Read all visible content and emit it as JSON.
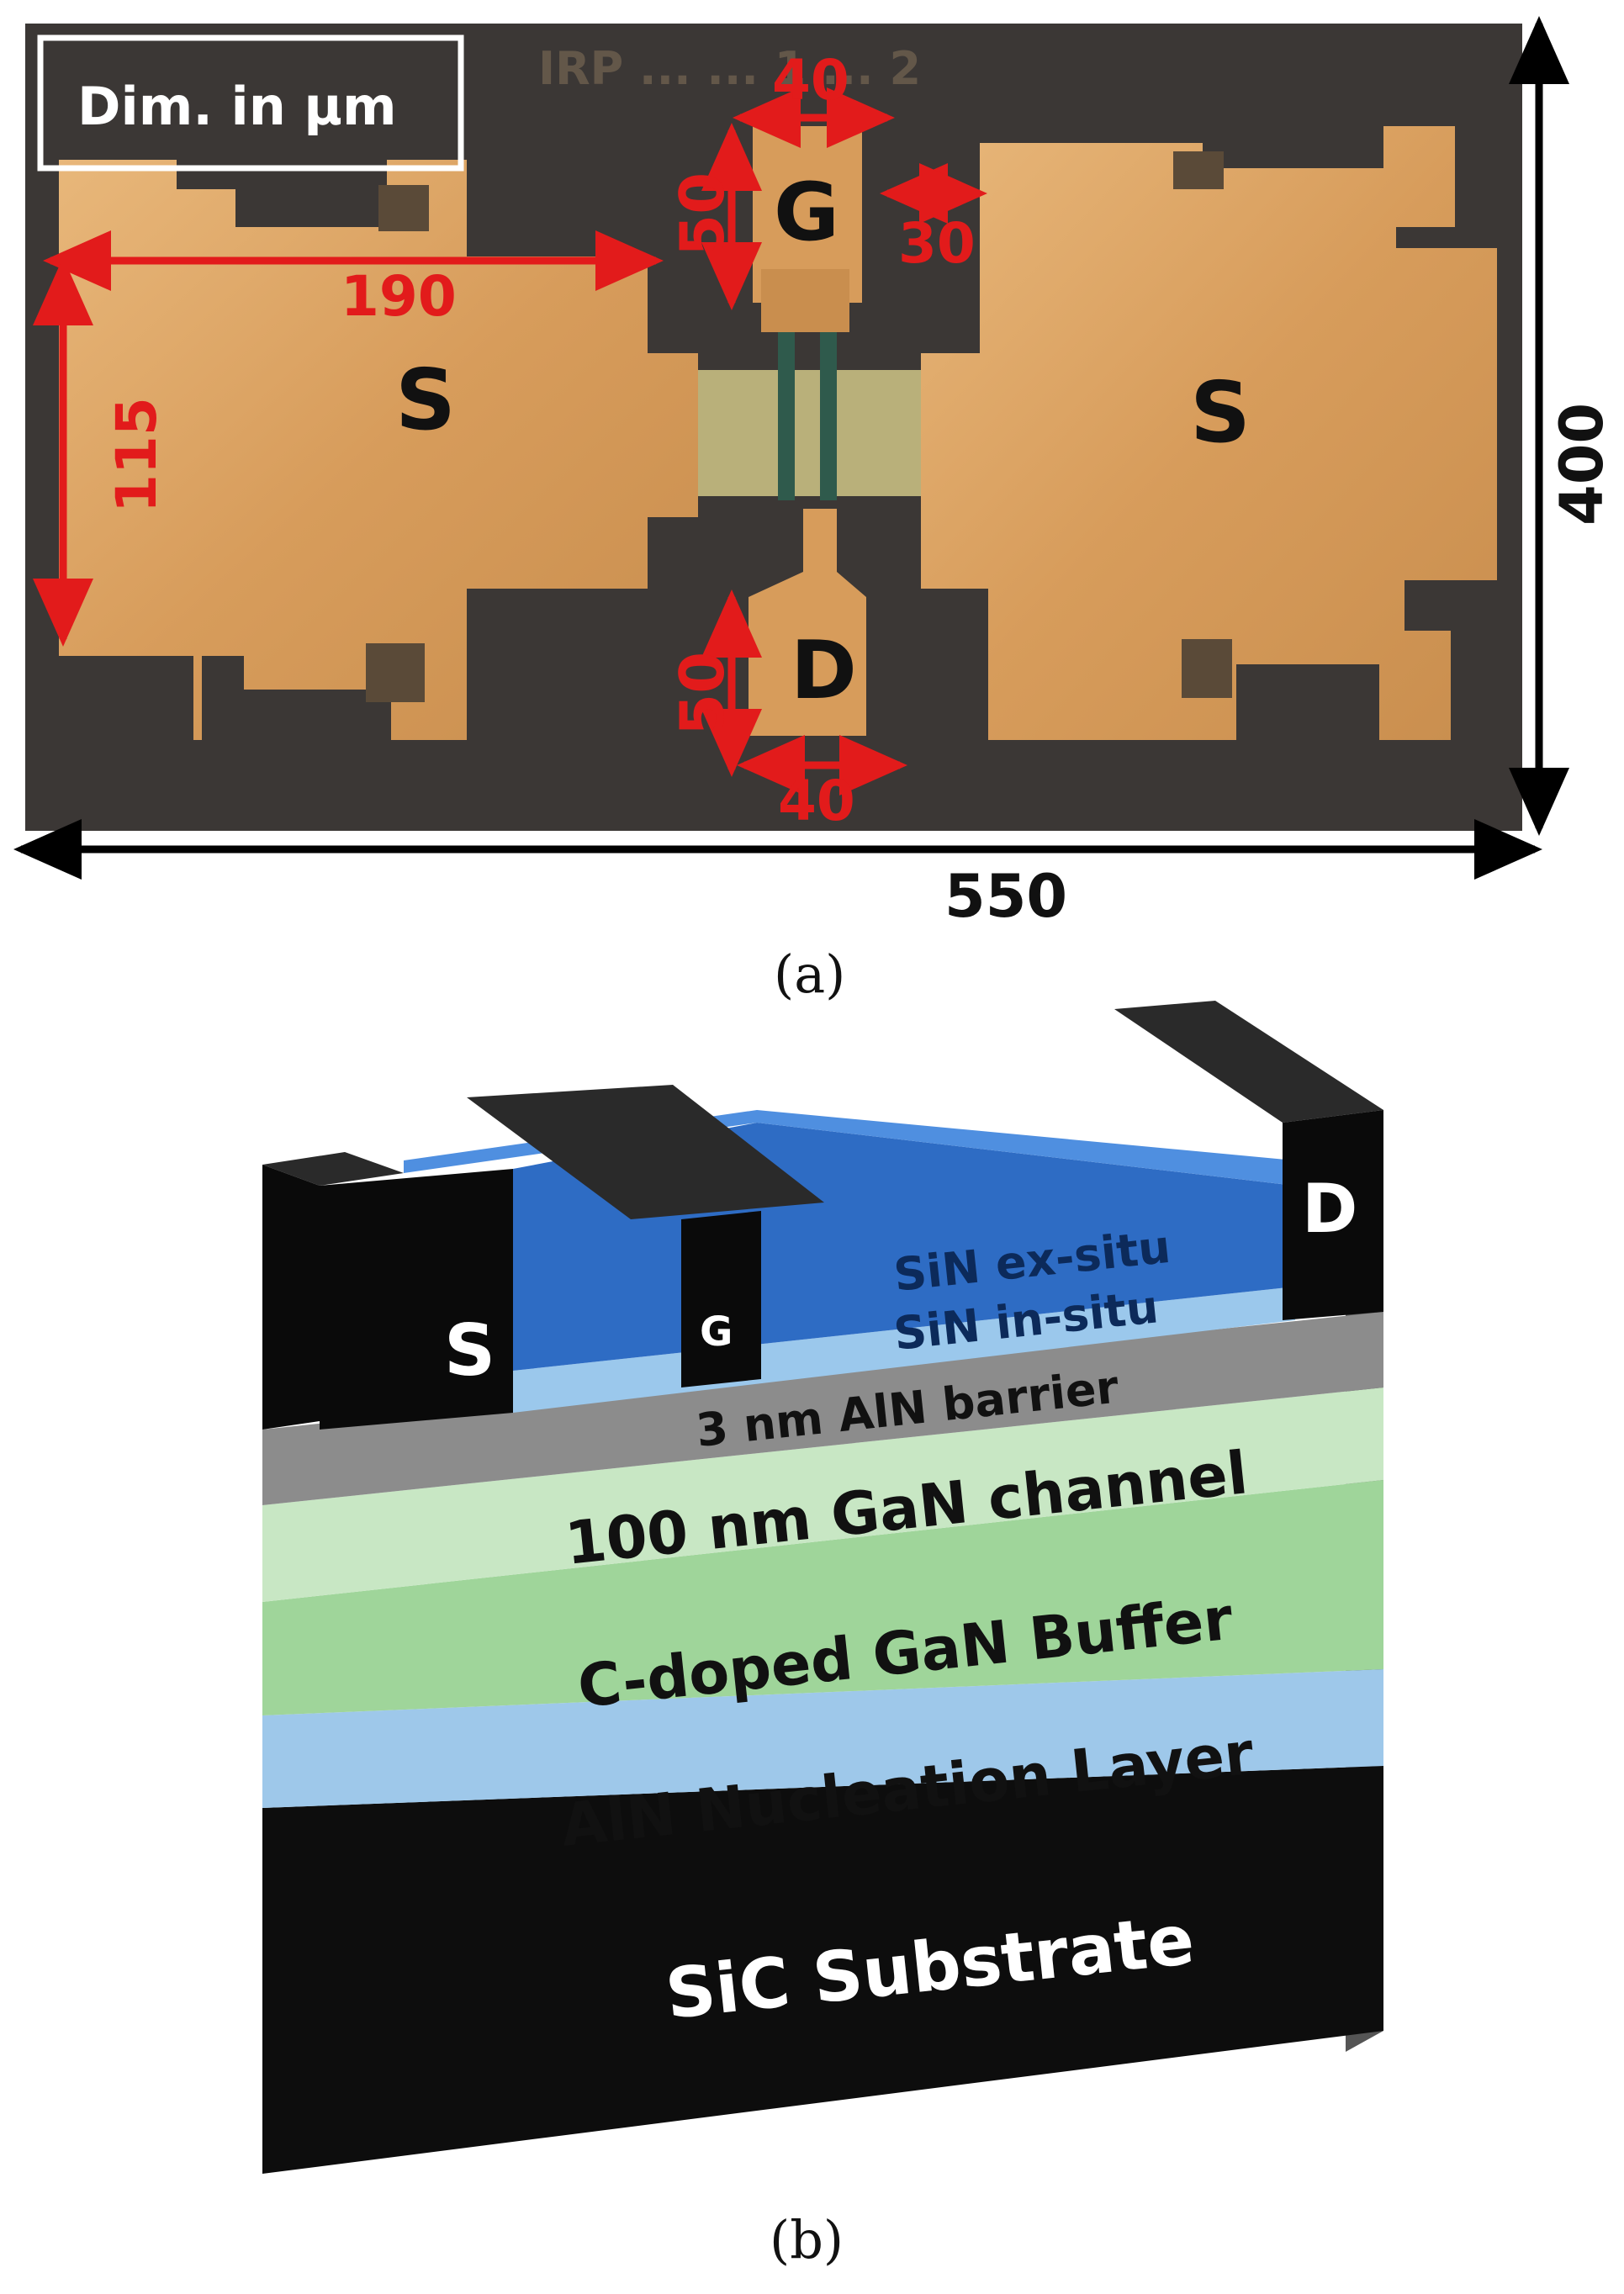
{
  "panel_a": {
    "legend_box_text": "Dim. in µm",
    "chip_label_top": "IRP ... ... 1 ... 2",
    "pads": {
      "source_left": "S",
      "source_right": "S",
      "gate": "G",
      "drain": "D"
    },
    "dimensions": {
      "pad_width": "190",
      "pad_height": "115",
      "gate_pad_width": "40",
      "gate_pad_height": "50",
      "gate_spacing": "30",
      "drain_pad_height": "50",
      "drain_pad_width": "40",
      "total_width": "550",
      "total_height": "400"
    },
    "caption": "(a)",
    "colors": {
      "gold": "#d9a15f",
      "substrate": "#3b3735",
      "dimension_red": "#e21b1b",
      "active": "#b9b07a"
    }
  },
  "panel_b": {
    "contacts": {
      "source": "S",
      "gate": "G",
      "drain": "D"
    },
    "layers": {
      "sin_ex_situ": "SiN ex-situ",
      "sin_in_situ": "SiN in-situ",
      "barrier": "3 nm AlN barrier",
      "channel": "100 nm GaN channel",
      "buffer": "C-doped GaN Buffer",
      "nucleation": "AlN Nucleation Layer",
      "substrate": "SiC Substrate"
    },
    "caption": "(b)",
    "colors": {
      "sin_ex_situ": "#2e6cc4",
      "sin_in_situ": "#9bc8ec",
      "barrier": "#8c8c8c",
      "channel": "#c8e7c4",
      "buffer": "#9fd59a",
      "nucleation": "#9ec8ea",
      "substrate": "#0d0d0d",
      "contact": "#0a0a0a"
    }
  }
}
